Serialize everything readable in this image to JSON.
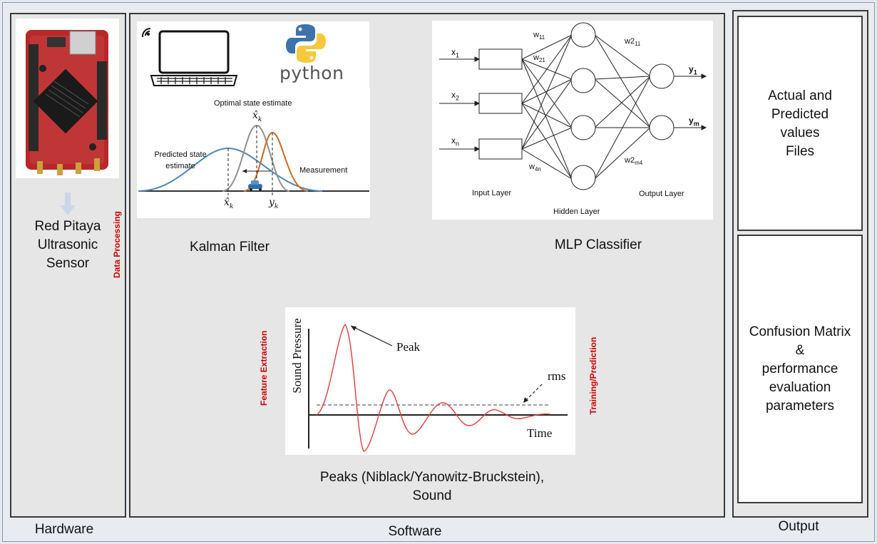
{
  "sections": {
    "hardware": "Hardware",
    "software": "Software",
    "output": "Output"
  },
  "hardware": {
    "device_label_lines": [
      "Red Pitaya",
      "Ultrasonic",
      "Sensor"
    ],
    "arrow_label": "Data Processing"
  },
  "software": {
    "kalman_caption": "Kalman Filter",
    "mlp_caption": "MLP Classifier",
    "peaks_caption_lines": [
      "Peaks (Niblack/Yanowitz-Bruckstein),",
      "Sound"
    ],
    "feature_label": "Feature Extraction",
    "training_label": "Training/Prediction",
    "python_logo_text": "python",
    "kalman_plot": {
      "title": "Optimal state estimate",
      "predicted": [
        "Predicted state",
        "estimate"
      ],
      "measurement": "Measurement",
      "xhat_top": "x̂",
      "xhat_top_sub": "k",
      "xhat_bottom": "x̂",
      "xhat_bottom_sub": "k",
      "y": "y",
      "y_sub": "k"
    },
    "mlp_diagram": {
      "inputs": [
        {
          "name": "x",
          "sub": "1"
        },
        {
          "name": "x",
          "sub": "2"
        },
        {
          "name": "x",
          "sub": "n"
        }
      ],
      "weights": [
        {
          "name": "w",
          "sub": "11"
        },
        {
          "name": "w",
          "sub": "21"
        },
        {
          "name": "w",
          "sub": "4n"
        },
        {
          "name": "w2",
          "sub": "11"
        },
        {
          "name": "w2",
          "sub": "m4"
        }
      ],
      "outputs": [
        {
          "name": "y",
          "sub": "1"
        },
        {
          "name": "y",
          "sub": "m"
        }
      ],
      "input_layer": "Input Layer",
      "hidden_layer": "Hidden Layer",
      "output_layer": "Output Layer"
    },
    "sound_plot": {
      "ylabel": "Sound Pressure",
      "xlabel": "Time",
      "peak_label": "Peak",
      "rms_label": "rms"
    }
  },
  "output": {
    "box1_lines": [
      "Actual and",
      "Predicted",
      "values",
      "Files"
    ],
    "box2_lines": [
      "Confusion Matrix",
      "&",
      "performance",
      "evaluation",
      "parameters"
    ]
  },
  "colors": {
    "accent_red": "#d40000",
    "kalman_predicted": "#4a86c0",
    "kalman_optimal": "#909090",
    "kalman_measurement": "#d0681e",
    "sound_curve": "#e83a3a"
  }
}
